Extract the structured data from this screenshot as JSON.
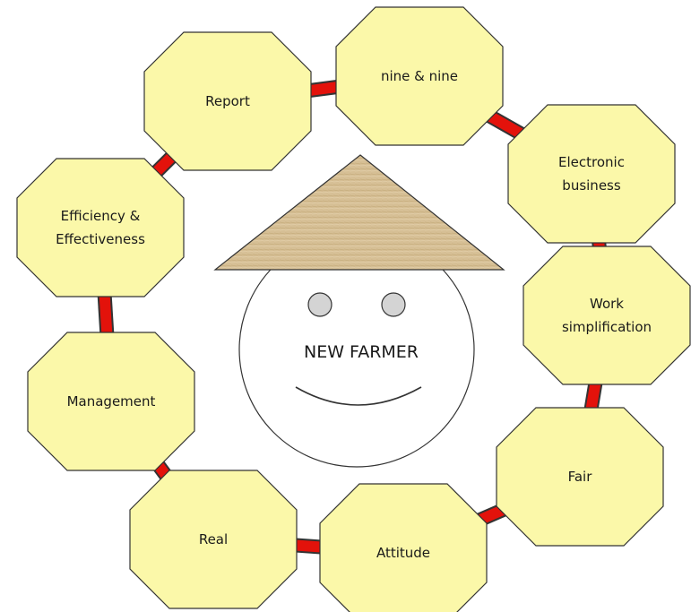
{
  "diagram": {
    "center_label": "NEW FARMER",
    "nodes": [
      {
        "id": "report",
        "lines": [
          "Report"
        ]
      },
      {
        "id": "nine-and-nine",
        "lines": [
          "nine & nine"
        ]
      },
      {
        "id": "electronic-business",
        "lines": [
          "Electronic",
          "business"
        ]
      },
      {
        "id": "work-simplification",
        "lines": [
          "Work",
          "simplification"
        ]
      },
      {
        "id": "fair",
        "lines": [
          "Fair"
        ]
      },
      {
        "id": "attitude",
        "lines": [
          "Attitude"
        ]
      },
      {
        "id": "real",
        "lines": [
          "Real"
        ]
      },
      {
        "id": "management",
        "lines": [
          "Management"
        ]
      },
      {
        "id": "efficiency-effectiveness",
        "lines": [
          "Efficiency &",
          "Effectiveness"
        ]
      }
    ],
    "colors": {
      "node_fill": "#fbf8a9",
      "node_stroke": "#333333",
      "connector": "#e3120b",
      "hat_fill": "#d6bf95",
      "eye_fill": "#d4d4d4"
    }
  }
}
